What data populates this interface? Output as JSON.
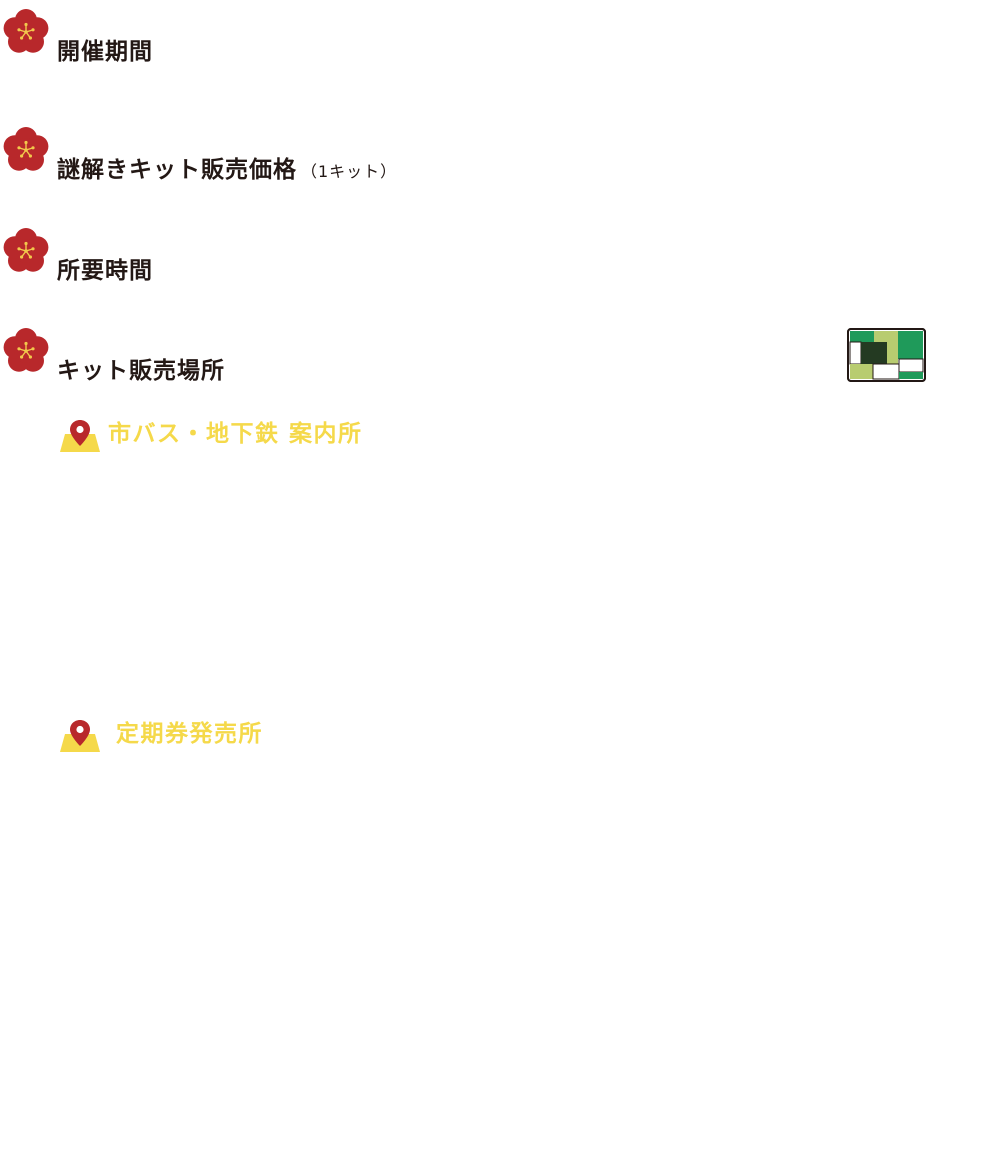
{
  "sections": [
    {
      "id": "period",
      "title": "開催期間",
      "note": ""
    },
    {
      "id": "price",
      "title": "謎解きキット販売価格",
      "note": "（1キット）"
    },
    {
      "id": "duration",
      "title": "所要時間",
      "note": ""
    },
    {
      "id": "place",
      "title": "キット販売場所",
      "note": ""
    }
  ],
  "locations": [
    {
      "id": "info-center",
      "label": "市バス・地下鉄 案内所"
    },
    {
      "id": "pass-office",
      "label": "定期券発売所"
    }
  ],
  "icons": {
    "section_marker": "plum-blossom-icon",
    "location_marker": "map-pin-icon",
    "card": "transit-card-icon"
  },
  "colors": {
    "plum_red": "#b8282b",
    "plum_center": "#f2c94c",
    "heading_text": "#231815",
    "location_text": "#f5d94a",
    "pin_red": "#b8282b",
    "map_yellow": "#f5d94a",
    "card_green": "#1f9a5a",
    "card_dark": "#243a22",
    "card_light": "#b8cc70"
  }
}
